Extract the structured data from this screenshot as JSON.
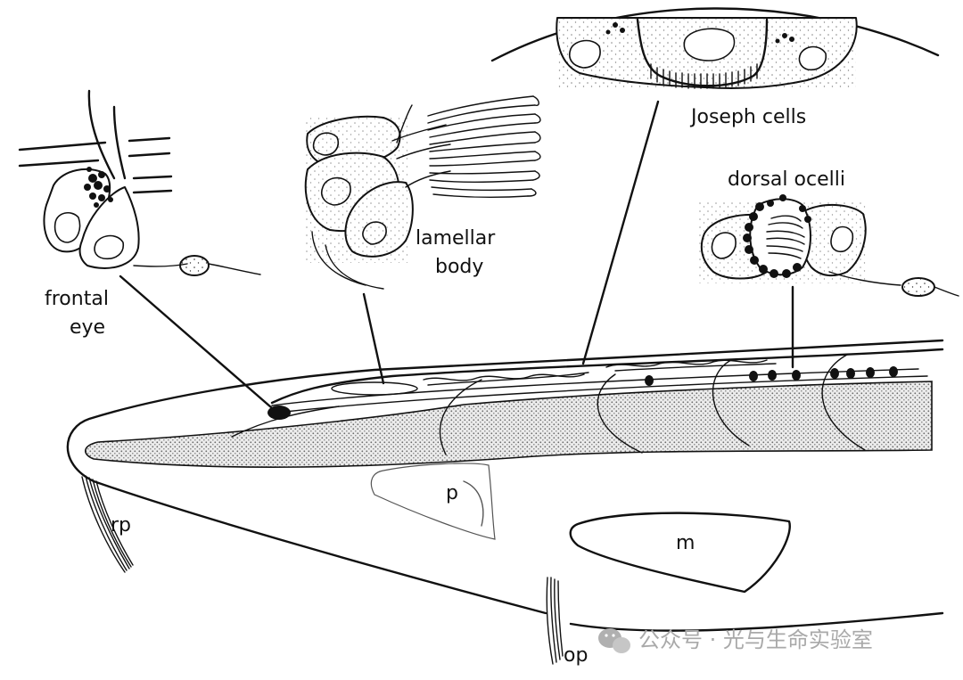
{
  "labels": {
    "frontal_eye_1": "frontal",
    "frontal_eye_2": "eye",
    "lamellar_body_1": "lamellar",
    "lamellar_body_2": "body",
    "joseph_cells": "Joseph cells",
    "dorsal_ocelli": "dorsal ocelli",
    "p": "p",
    "m": "m",
    "rp": "rp",
    "op": "op"
  },
  "watermark": {
    "text": "公众号 · 光与生命实验室",
    "icon": "wechat-icon"
  },
  "colors": {
    "ink": "#111111",
    "stipple": "#c9c9c9",
    "watermark": "#a9a9a9"
  }
}
